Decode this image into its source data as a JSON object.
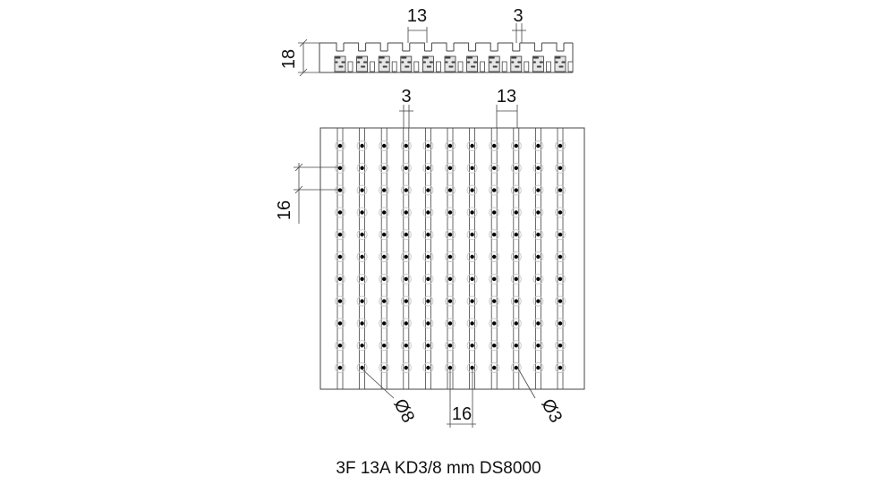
{
  "title": "3F 13A KD3/8 mm DS8000",
  "section_view": {
    "thickness_label": "18",
    "rib_pitch_label": "13",
    "slot_width_label": "3"
  },
  "plan_view": {
    "slot_width_label": "3",
    "rib_pitch_label": "13",
    "hole_pitch_vertical_label": "16",
    "hole_pitch_horizontal_label": "16",
    "large_diameter_label": "Ø8",
    "small_diameter_label": "Ø3",
    "columns": 11,
    "rows": 11
  }
}
